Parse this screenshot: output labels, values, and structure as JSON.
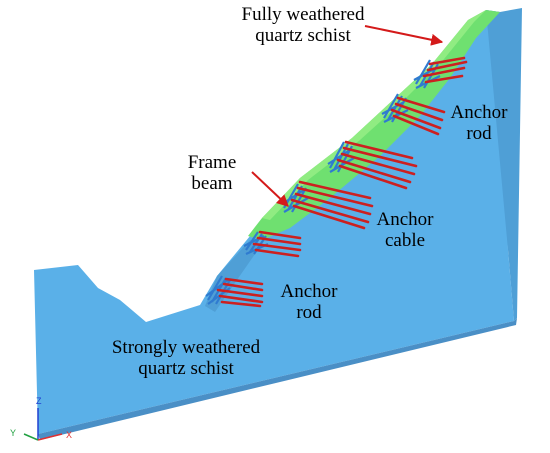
{
  "labels": {
    "fully_weathered": [
      "Fully weathered",
      "quartz schist"
    ],
    "frame_beam": [
      "Frame",
      "beam"
    ],
    "anchor_rod_upper": [
      "Anchor",
      "rod"
    ],
    "anchor_cable": [
      "Anchor",
      "cable"
    ],
    "anchor_rod_lower": [
      "Anchor",
      "rod"
    ],
    "strongly_weathered": [
      "Strongly weathered",
      "quartz schist"
    ]
  },
  "axes": {
    "z": "Z",
    "y": "Y",
    "x": "X"
  },
  "colors": {
    "rock_face": "#5ab0e8",
    "rock_side": "#4a8fc6",
    "rock_right": "#4f9fd6",
    "weathered_layer": "#6fe070",
    "weathered_top": "#90ec82",
    "frame_beam": "#2f7bd0",
    "anchor": "#cc2020",
    "arrow": "#d41a1a",
    "axis_x": "#e03030",
    "axis_y": "#20a040",
    "axis_z": "#2040d0"
  }
}
